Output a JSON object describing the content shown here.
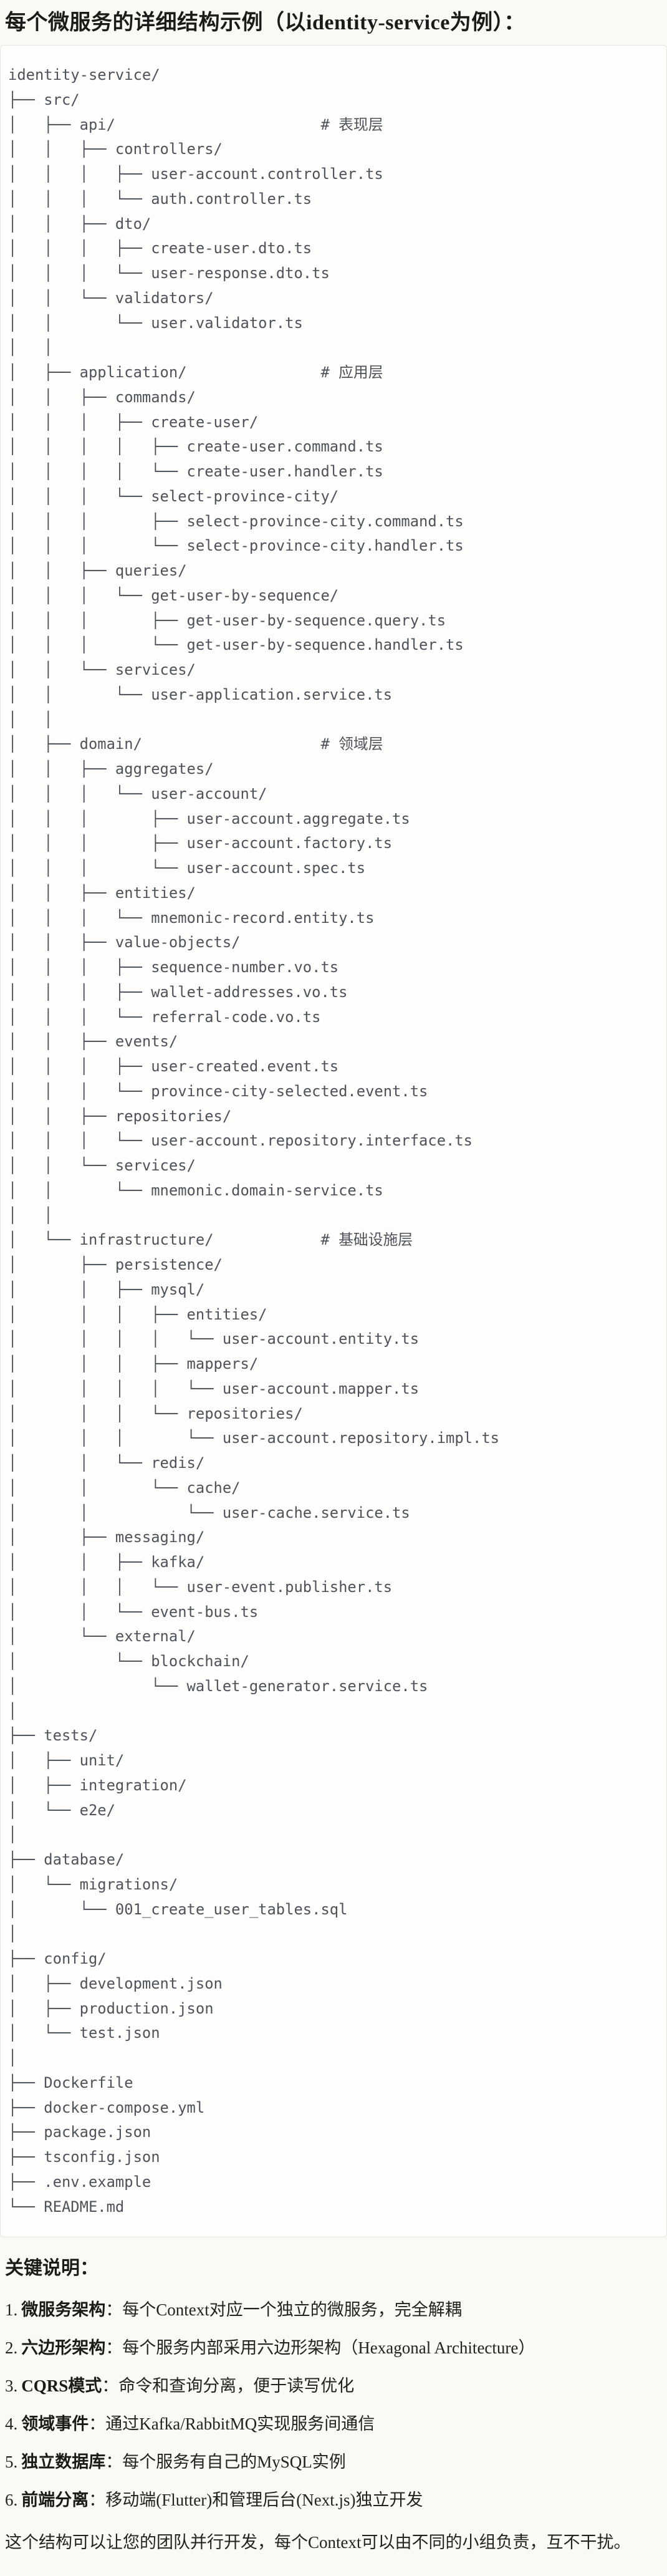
{
  "title": "每个微服务的详细结构示例（以identity-service为例）：",
  "tree": {
    "lines": [
      "identity-service/",
      "├── src/",
      "│   ├── api/                       # 表现层",
      "│   │   ├── controllers/",
      "│   │   │   ├── user-account.controller.ts",
      "│   │   │   └── auth.controller.ts",
      "│   │   ├── dto/",
      "│   │   │   ├── create-user.dto.ts",
      "│   │   │   └── user-response.dto.ts",
      "│   │   └── validators/",
      "│   │       └── user.validator.ts",
      "│   │",
      "│   ├── application/               # 应用层",
      "│   │   ├── commands/",
      "│   │   │   ├── create-user/",
      "│   │   │   │   ├── create-user.command.ts",
      "│   │   │   │   └── create-user.handler.ts",
      "│   │   │   └── select-province-city/",
      "│   │   │       ├── select-province-city.command.ts",
      "│   │   │       └── select-province-city.handler.ts",
      "│   │   ├── queries/",
      "│   │   │   └── get-user-by-sequence/",
      "│   │   │       ├── get-user-by-sequence.query.ts",
      "│   │   │       └── get-user-by-sequence.handler.ts",
      "│   │   └── services/",
      "│   │       └── user-application.service.ts",
      "│   │",
      "│   ├── domain/                    # 领域层",
      "│   │   ├── aggregates/",
      "│   │   │   └── user-account/",
      "│   │   │       ├── user-account.aggregate.ts",
      "│   │   │       ├── user-account.factory.ts",
      "│   │   │       └── user-account.spec.ts",
      "│   │   ├── entities/",
      "│   │   │   └── mnemonic-record.entity.ts",
      "│   │   ├── value-objects/",
      "│   │   │   ├── sequence-number.vo.ts",
      "│   │   │   ├── wallet-addresses.vo.ts",
      "│   │   │   └── referral-code.vo.ts",
      "│   │   ├── events/",
      "│   │   │   ├── user-created.event.ts",
      "│   │   │   └── province-city-selected.event.ts",
      "│   │   ├── repositories/",
      "│   │   │   └── user-account.repository.interface.ts",
      "│   │   └── services/",
      "│   │       └── mnemonic.domain-service.ts",
      "│   │",
      "│   └── infrastructure/            # 基础设施层",
      "│       ├── persistence/",
      "│       │   ├── mysql/",
      "│       │   │   ├── entities/",
      "│       │   │   │   └── user-account.entity.ts",
      "│       │   │   ├── mappers/",
      "│       │   │   │   └── user-account.mapper.ts",
      "│       │   │   └── repositories/",
      "│       │   │       └── user-account.repository.impl.ts",
      "│       │   └── redis/",
      "│       │       └── cache/",
      "│       │           └── user-cache.service.ts",
      "│       ├── messaging/",
      "│       │   ├── kafka/",
      "│       │   │   └── user-event.publisher.ts",
      "│       │   └── event-bus.ts",
      "│       └── external/",
      "│           └── blockchain/",
      "│               └── wallet-generator.service.ts",
      "│",
      "├── tests/",
      "│   ├── unit/",
      "│   ├── integration/",
      "│   └── e2e/",
      "│",
      "├── database/",
      "│   └── migrations/",
      "│       └── 001_create_user_tables.sql",
      "│",
      "├── config/",
      "│   ├── development.json",
      "│   ├── production.json",
      "│   └── test.json",
      "│",
      "├── Dockerfile",
      "├── docker-compose.yml",
      "├── package.json",
      "├── tsconfig.json",
      "├── .env.example",
      "└── README.md"
    ]
  },
  "notes": {
    "heading": "关键说明：",
    "items": [
      {
        "num": "1.",
        "label": "微服务架构",
        "desc": "：每个Context对应一个独立的微服务，完全解耦"
      },
      {
        "num": "2.",
        "label": "六边形架构",
        "desc": "：每个服务内部采用六边形架构（Hexagonal Architecture）"
      },
      {
        "num": "3.",
        "label": "CQRS模式",
        "desc": "：命令和查询分离，便于读写优化"
      },
      {
        "num": "4.",
        "label": "领域事件",
        "desc": "：通过Kafka/RabbitMQ实现服务间通信"
      },
      {
        "num": "5.",
        "label": "独立数据库",
        "desc": "：每个服务有自己的MySQL实例"
      },
      {
        "num": "6.",
        "label": "前端分离",
        "desc": "：移动端(Flutter)和管理后台(Next.js)独立开发"
      }
    ],
    "footer": "这个结构可以让您的团队并行开发，每个Context可以由不同的小组负责，互不干扰。"
  },
  "colors": {
    "page_background": "#faf9f4",
    "code_background": "#fdfdfb",
    "code_border": "#e7e5de",
    "tree_text": "#4e535b",
    "heading_text": "#1c1b19"
  }
}
